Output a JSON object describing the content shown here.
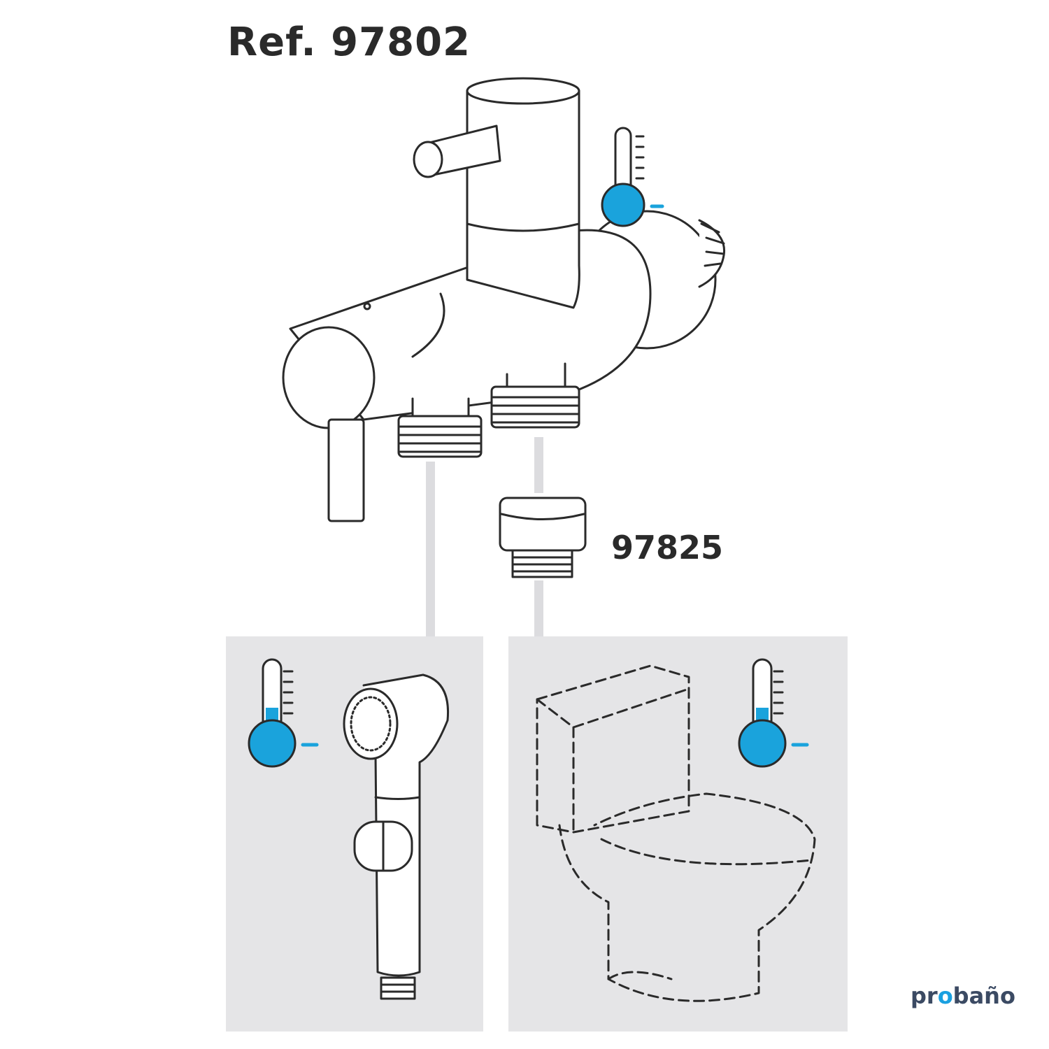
{
  "title": "Ref. 97802",
  "adapter_ref": "97825",
  "logo": {
    "text": "probaño",
    "before": "pr",
    "drop": "o",
    "after": "baño"
  },
  "colors": {
    "accent_blue": "#1aa3dc",
    "panel_gray": "#e5e5e7",
    "line": "#2a2a2a",
    "logo": "#3b4a63"
  }
}
